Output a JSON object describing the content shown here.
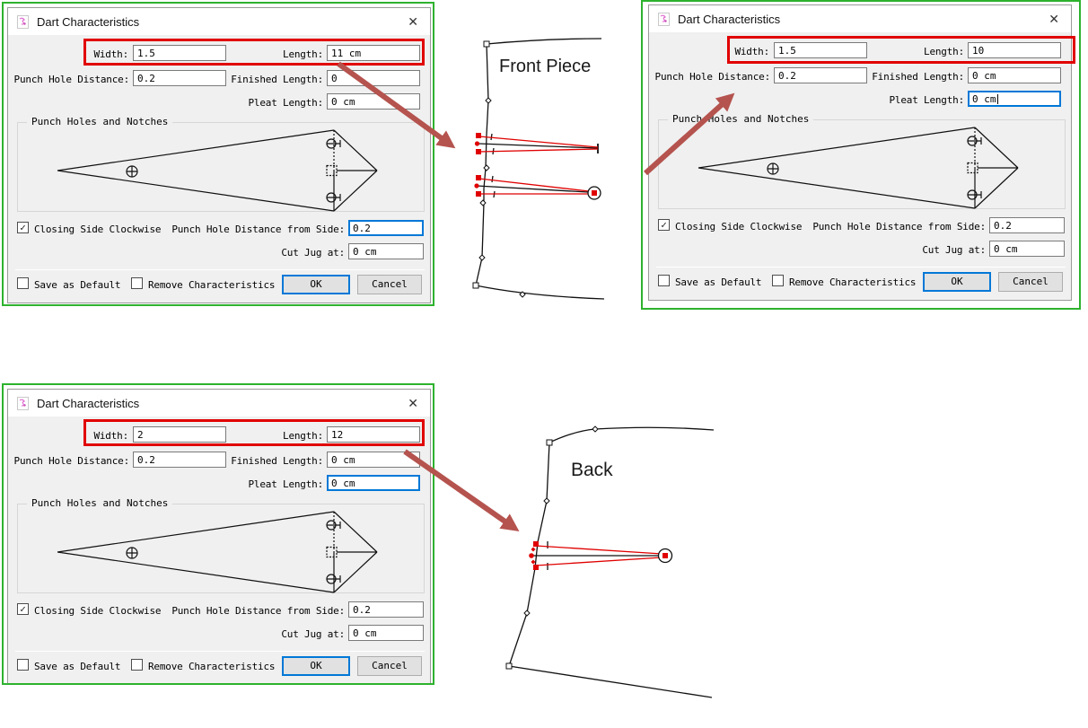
{
  "colors": {
    "annotation_green": "#2eb22e",
    "annotation_red": "#e10000",
    "arrow": "#b5534e",
    "focus_blue": "#0078d7",
    "dart_red": "#e00000"
  },
  "icons": {
    "close": "✕",
    "check": "✓"
  },
  "labels": {
    "title": "Dart Characteristics",
    "width": "Width:",
    "length": "Length:",
    "punch_hole_distance": "Punch Hole Distance:",
    "finished_length": "Finished Length:",
    "pleat_length": "Pleat Length:",
    "group_title": "Punch Holes and Notches",
    "closing_side": "Closing Side Clockwise",
    "punch_hole_side": "Punch Hole Distance from Side:",
    "cut_jug": "Cut Jug at:",
    "save_default": "Save as Default",
    "remove_characteristics": "Remove Characteristics",
    "ok": "OK",
    "cancel": "Cancel"
  },
  "dialogs": [
    {
      "id": "front-dart-upper",
      "values": {
        "width": "1.5",
        "length": "11 cm",
        "punch_hole_distance": "0.2",
        "finished_length": "0",
        "pleat_length": "0 cm",
        "punch_hole_side": "0.2",
        "cut_jug": "0 cm"
      },
      "closing_side_checked": true,
      "save_default_checked": false,
      "remove_checked": false,
      "focused": "punch_hole_side",
      "caret": false
    },
    {
      "id": "front-dart-lower",
      "values": {
        "width": "1.5",
        "length": "10",
        "punch_hole_distance": "0.2",
        "finished_length": "0 cm",
        "pleat_length": "0 cm",
        "punch_hole_side": "0.2",
        "cut_jug": "0 cm"
      },
      "closing_side_checked": true,
      "save_default_checked": false,
      "remove_checked": false,
      "focused": "pleat_length",
      "caret": true
    },
    {
      "id": "back-dart",
      "values": {
        "width": "2",
        "length": "12",
        "punch_hole_distance": "0.2",
        "finished_length": "0 cm",
        "pleat_length": "0 cm",
        "punch_hole_side": "0.2",
        "cut_jug": "0 cm"
      },
      "closing_side_checked": true,
      "save_default_checked": false,
      "remove_checked": false,
      "focused": "pleat_length",
      "caret": false
    }
  ],
  "pieces": {
    "front": "Front Piece",
    "back": "Back"
  }
}
